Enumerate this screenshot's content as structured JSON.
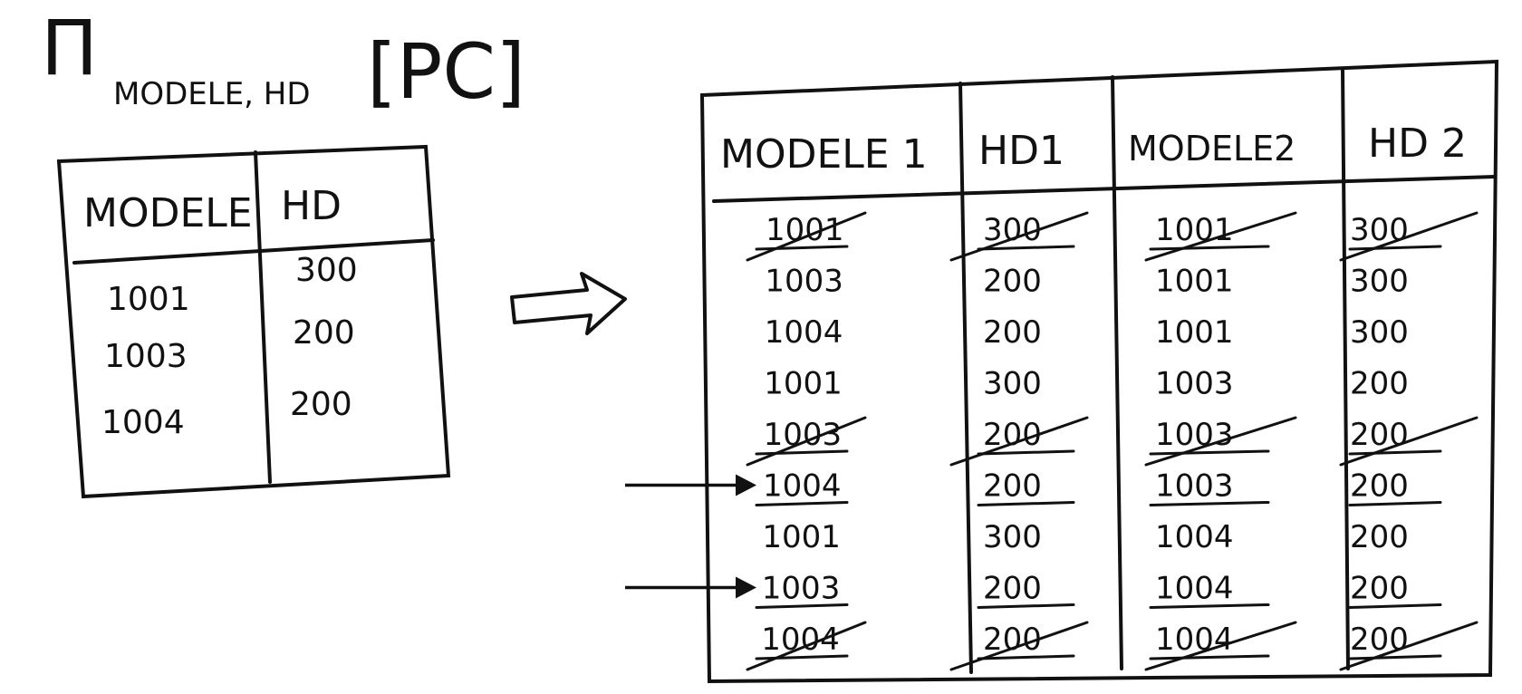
{
  "expression": {
    "operator": "Π",
    "subscript": "MODELE, HD",
    "relation": "[PC]"
  },
  "source_table": {
    "headers": [
      "MODELE",
      "HD"
    ],
    "rows": [
      [
        "1001",
        "300"
      ],
      [
        "1003",
        "200"
      ],
      [
        "1004",
        "200"
      ]
    ]
  },
  "result_table": {
    "headers": [
      "MODELE 1",
      "HD1",
      "MODELE2",
      "HD 2"
    ],
    "rows": [
      {
        "cells": [
          "1001",
          "300",
          "1001",
          "300"
        ],
        "struck": true,
        "underlined": true
      },
      {
        "cells": [
          "1003",
          "200",
          "1001",
          "300"
        ],
        "struck": false,
        "underlined": false
      },
      {
        "cells": [
          "1004",
          "200",
          "1001",
          "300"
        ],
        "struck": false,
        "underlined": false
      },
      {
        "cells": [
          "1001",
          "300",
          "1003",
          "200"
        ],
        "struck": false,
        "underlined": false
      },
      {
        "cells": [
          "1003",
          "200",
          "1003",
          "200"
        ],
        "struck": true,
        "underlined": true
      },
      {
        "cells": [
          "1004",
          "200",
          "1003",
          "200"
        ],
        "struck": false,
        "underlined": true,
        "arrow": true
      },
      {
        "cells": [
          "1001",
          "300",
          "1004",
          "200"
        ],
        "struck": false,
        "underlined": false
      },
      {
        "cells": [
          "1003",
          "200",
          "1004",
          "200"
        ],
        "struck": false,
        "underlined": true,
        "arrow": true
      },
      {
        "cells": [
          "1004",
          "200",
          "1004",
          "200"
        ],
        "struck": true,
        "underlined": true
      }
    ]
  }
}
